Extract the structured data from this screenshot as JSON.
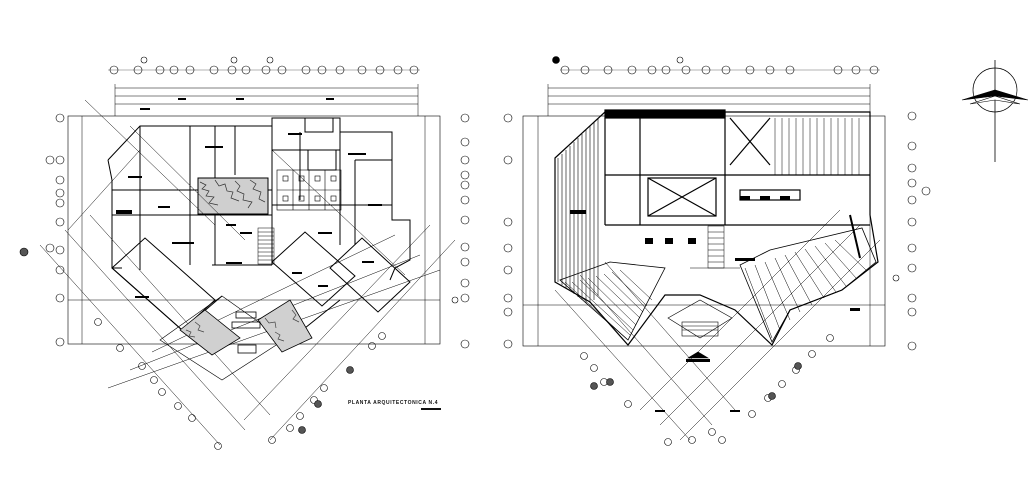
{
  "drawing": {
    "caption": "PLANTA ARQUITECTONICA N.4",
    "line_color": "#000000",
    "background": "#ffffff",
    "sheets": [
      "ground-floor-plan",
      "roof-plan",
      "north-arrow"
    ]
  }
}
